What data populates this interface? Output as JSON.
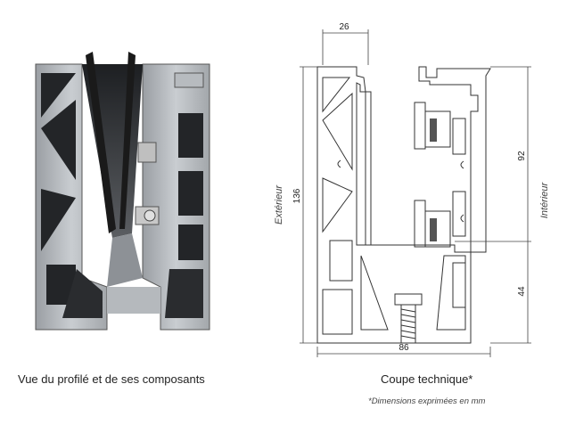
{
  "captions": {
    "left": "Vue du profilé et de ses composants",
    "right": "Coupe technique*",
    "note": "*Dimensions exprimées en mm"
  },
  "drawing": {
    "dimensions": {
      "top_width": "26",
      "bottom_width": "86",
      "total_height": "136",
      "upper_height": "92",
      "lower_height": "44"
    },
    "side_labels": {
      "outside": "Extérieur",
      "inside": "Intérieur"
    }
  }
}
